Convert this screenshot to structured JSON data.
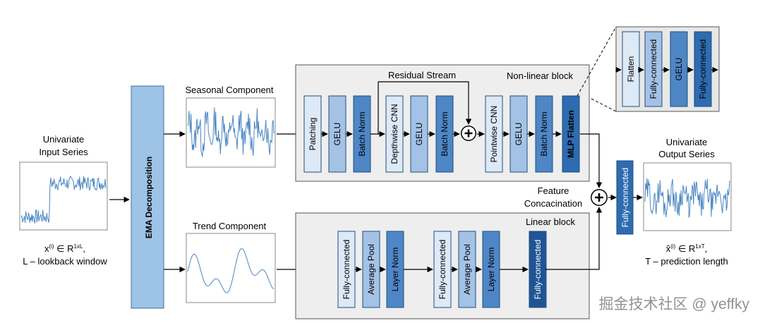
{
  "input": {
    "title_line1": "Univariate",
    "title_line2": "Input Series",
    "formula_main": "x",
    "formula_sup": "(i)",
    "formula_rest": " ∈ R",
    "formula_dim": "1xL",
    "formula_end": ",",
    "caption": "L – lookback window"
  },
  "ema": {
    "label": "EMA Decomposition"
  },
  "seasonal": {
    "label": "Seasonal Component"
  },
  "trend": {
    "label": "Trend Component"
  },
  "nonlinear": {
    "label": "Non-linear block",
    "residual_label": "Residual Stream",
    "layers": [
      "Patching",
      "GELU",
      "Batch Norm",
      "Depthwise CNN",
      "GELU",
      "Batch Norm",
      "Pointwise CNN",
      "GELU",
      "Batch Norm",
      "MLP Flatten"
    ]
  },
  "linear": {
    "label": "Linear block",
    "layers": [
      "Fully-connected",
      "Average Pool",
      "Layer Norm",
      "Fully-connected",
      "Average Pool",
      "Layer Norm",
      "Fully-connected"
    ]
  },
  "zoom": {
    "layers": [
      "Flatten",
      "Fully-connected",
      "GELU",
      "Fully-connected"
    ]
  },
  "concat": {
    "label_line1": "Feature",
    "label_line2": "Concacination"
  },
  "output_fc": {
    "label": "Fully-connected"
  },
  "output": {
    "title_line1": "Univariate",
    "title_line2": "Output Series",
    "formula_main": "x̂",
    "formula_sup": "(i)",
    "formula_rest": " ∈ R",
    "formula_dim": "1xT",
    "formula_end": ",",
    "caption": "T – prediction length"
  },
  "watermark": "掘金技术社区 @ yeffky",
  "colors": {
    "very_light": "#dde9f6",
    "light": "#a4c2e6",
    "medium": "#4e86c6",
    "dark": "#2e6bb0",
    "darkest": "#1f5594",
    "ema_fill": "#9dc3e6",
    "series_line": "#4a86c0",
    "block_bg": "#eeeeee",
    "zoom_bg": "#e8e8e8"
  },
  "icons": [
    "plus-circle-icon",
    "arrow-icon"
  ]
}
